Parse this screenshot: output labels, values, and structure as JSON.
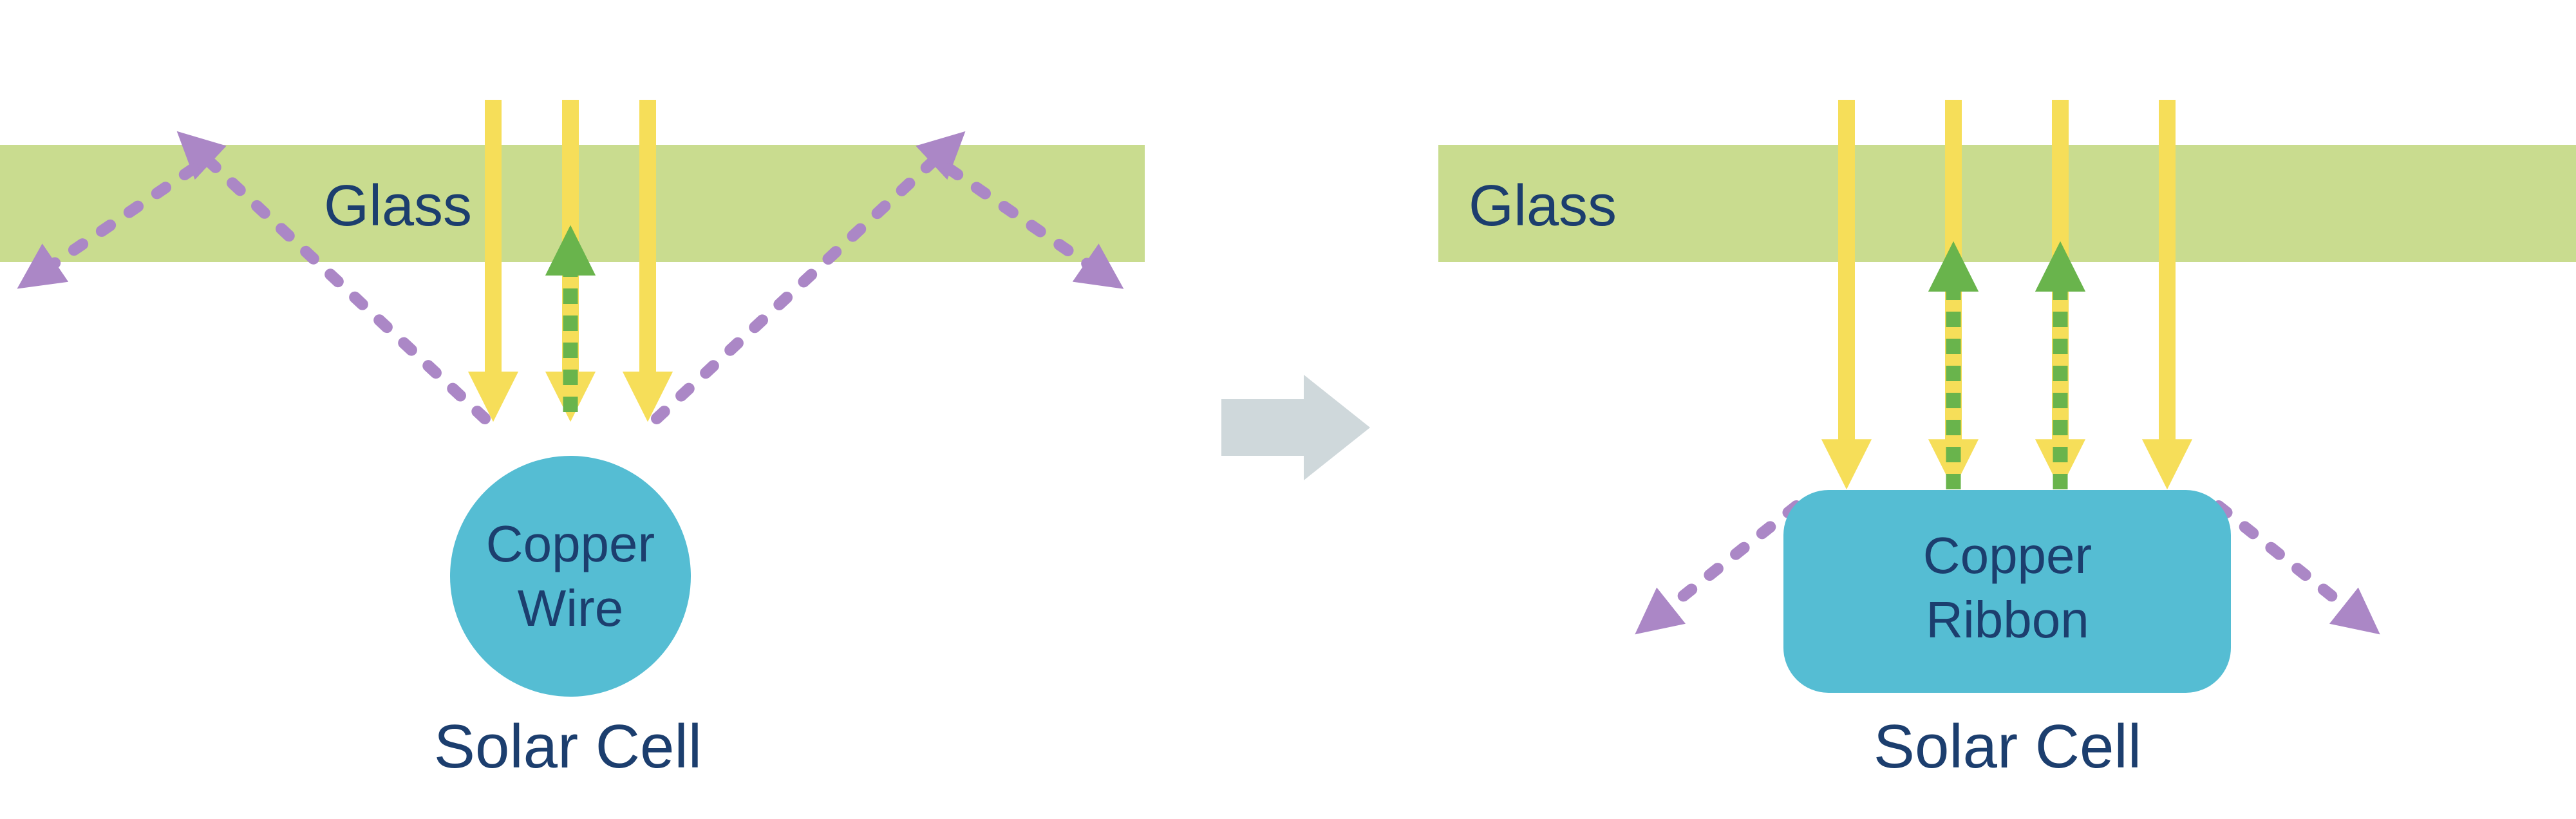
{
  "diagram": {
    "left": {
      "glass_label": "Glass",
      "conductor_label_line1": "Copper",
      "conductor_label_line2": "Wire",
      "caption": "Solar Cell"
    },
    "right": {
      "glass_label": "Glass",
      "conductor_label_line1": "Copper",
      "conductor_label_line2": "Ribbon",
      "caption": "Solar Cell"
    },
    "arrows": {
      "sunlight_arrow": "down-arrow",
      "reflected_light_arrow": "up-arrow-dashed",
      "scattered_light_arrow": "diagonal-dashed-arrow",
      "transition_arrow": "right-arrow"
    },
    "colors": {
      "background": "#ffffff",
      "glass": "#c9dc8f",
      "text": "#1c3e6e",
      "sunlight_arrow": "#f6de59",
      "reflected_arrow": "#69b44c",
      "scattered_arrow": "#ab87c6",
      "conductor": "#55bdd3",
      "transition_arrow": "#cfd8db"
    }
  }
}
